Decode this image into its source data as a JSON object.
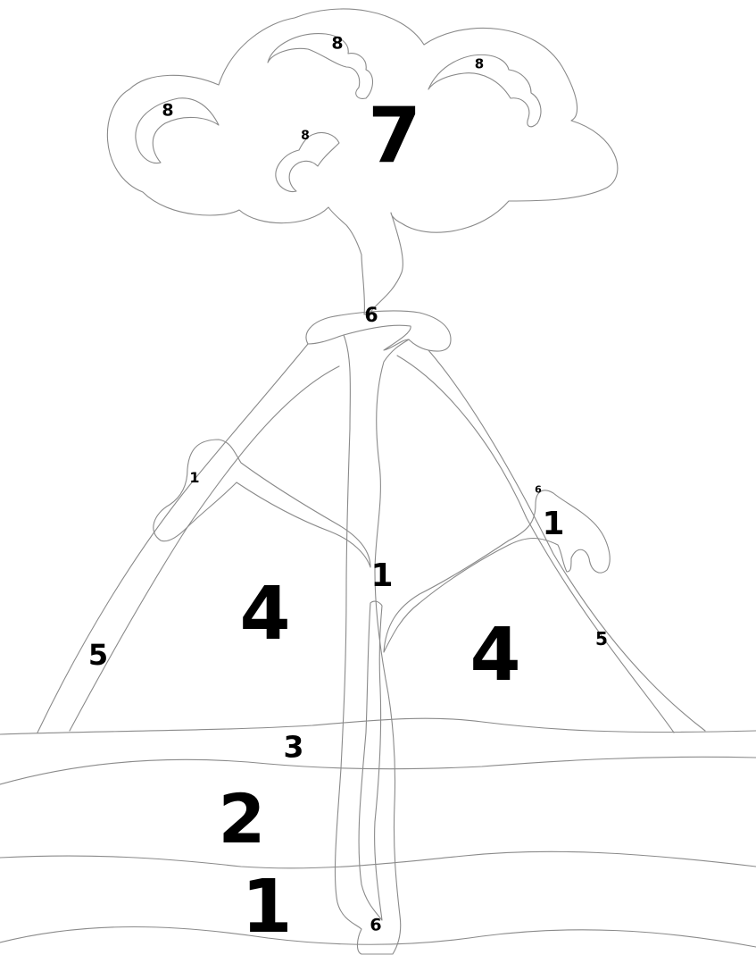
{
  "labels": {
    "cloud_main": "7",
    "cloud_a": "8",
    "cloud_b": "8",
    "cloud_c": "8",
    "cloud_d": "8",
    "crater": "6",
    "left_vent": "1",
    "right_vent": "1",
    "right_vent_top": "6",
    "central_vent": "1",
    "left_slope": "4",
    "right_slope": "4",
    "left_edge": "5",
    "right_edge": "5",
    "layer_top": "3",
    "layer_middle": "2",
    "layer_bottom": "1",
    "magma_chamber": "6"
  }
}
